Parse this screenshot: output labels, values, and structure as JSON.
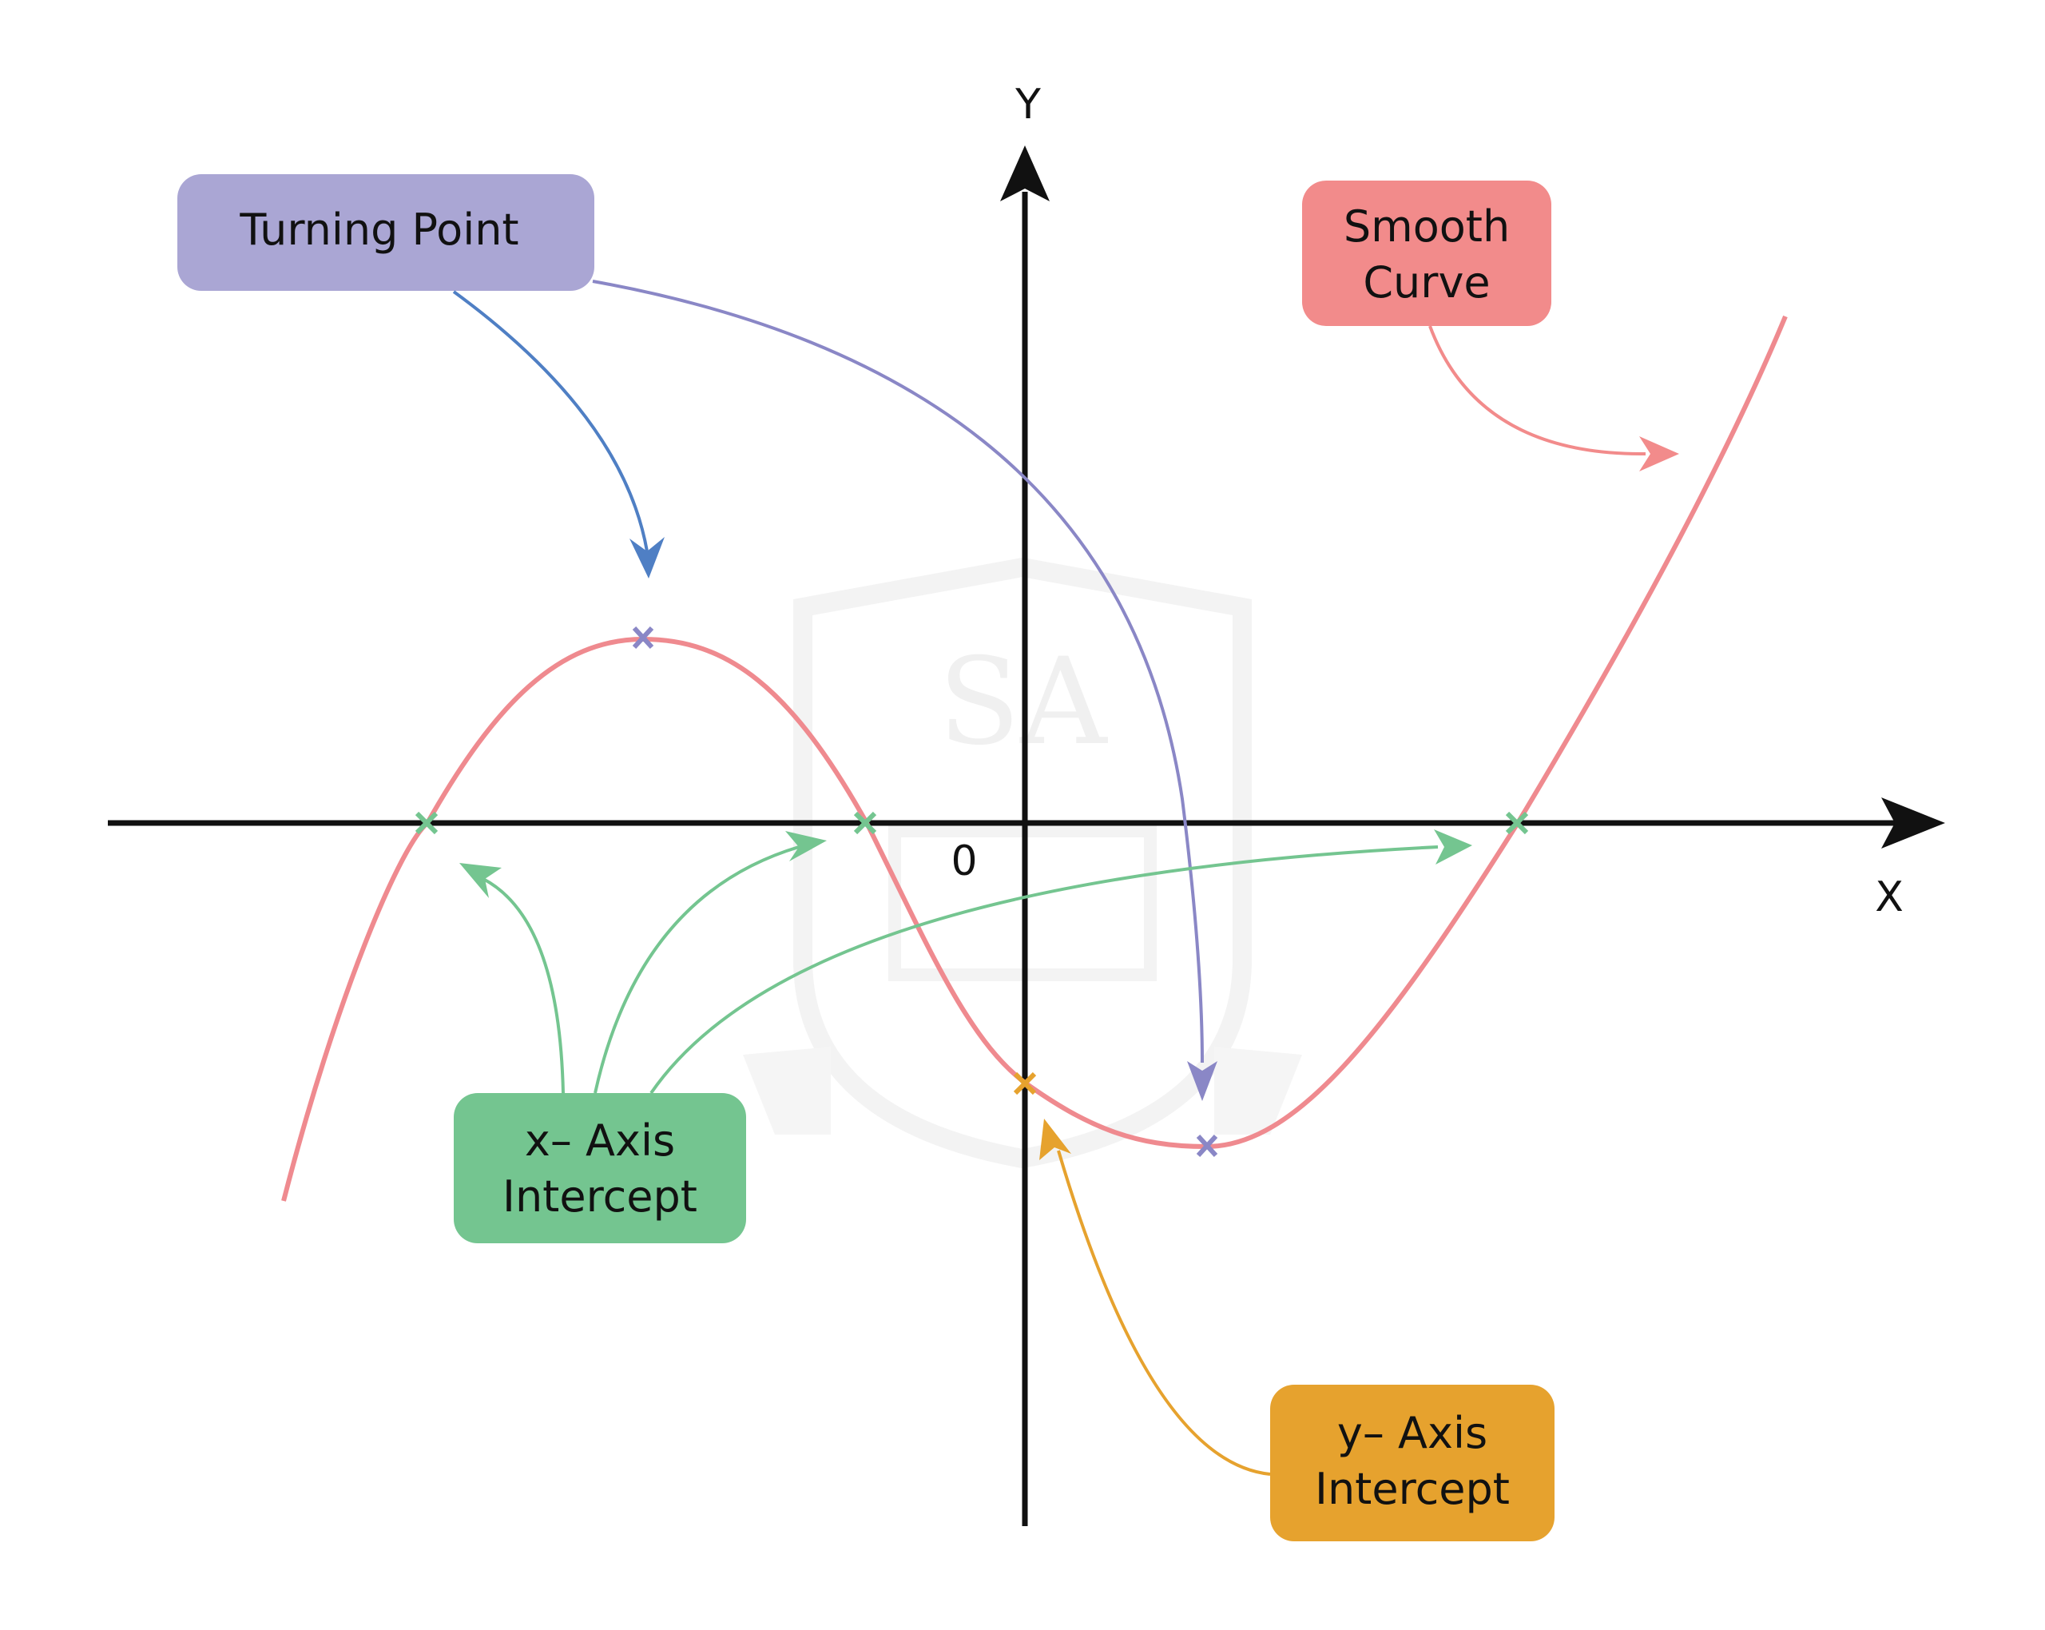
{
  "axes": {
    "y_label": "Y",
    "x_label": "X",
    "origin_label": "0"
  },
  "labels": {
    "turning_point": "Turning Point",
    "smooth_curve_line1": "Smooth",
    "smooth_curve_line2": "Curve",
    "x_axis_intercept_line1": "x– Axis",
    "x_axis_intercept_line2": "Intercept",
    "y_axis_intercept_line1": "y– Axis",
    "y_axis_intercept_line2": "Intercept"
  },
  "watermark": {
    "monogram": "SA"
  },
  "colors": {
    "axis": "#111111",
    "curve": "#ef8a8f",
    "turning_point": "#aaa6d4",
    "turning_point_dark": "#8a87c6",
    "turning_point_arrow_blue": "#4f7fc4",
    "smooth_curve": "#f28b8b",
    "x_intercept": "#74c590",
    "y_intercept": "#e6a22e",
    "watermark": "#f2f2f2"
  },
  "icons": {
    "marker": "x-mark-icon",
    "arrow": "arrow-icon"
  }
}
